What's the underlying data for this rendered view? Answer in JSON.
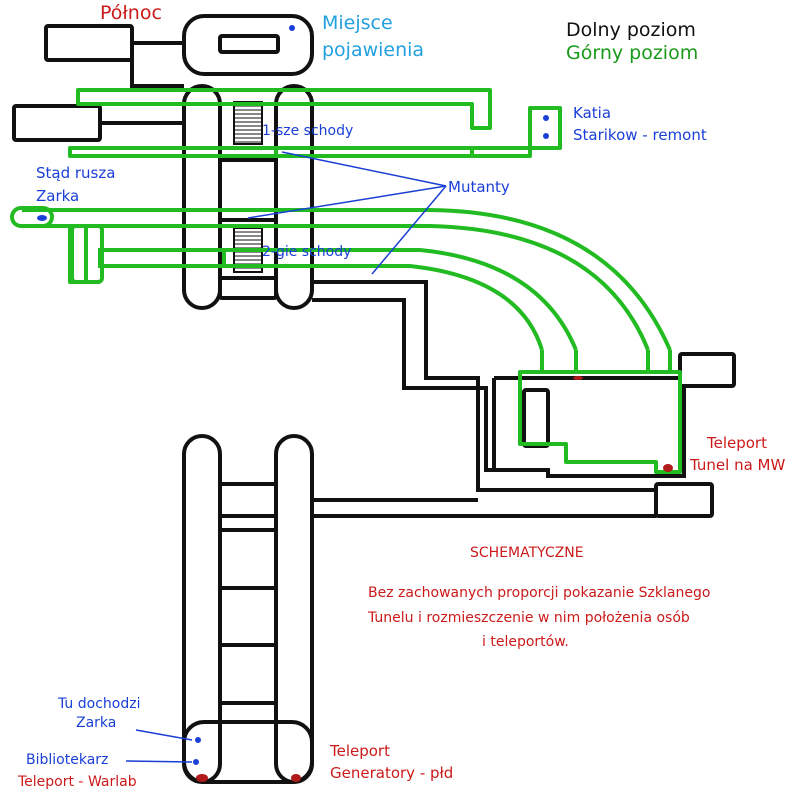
{
  "labels": {
    "north": "Północ",
    "spawn_line1": "Miejsce",
    "spawn_line2": "pojawienia",
    "lower_level": "Dolny poziom",
    "upper_level": "Górny poziom",
    "katia_line1": "Katia",
    "katia_line2": "Starikow - remont",
    "stairs_first": "1-sze schody",
    "stairs_second": "2-gie schody",
    "zarka_start_line1": "Stąd  rusza",
    "zarka_start_line2": "Zarka",
    "mutants": "Mutanty",
    "teleport_mw_line1": "Teleport",
    "teleport_mw_line2": "Tunel na MW",
    "schematic": "SCHEMATYCZNE",
    "desc_line1": "Bez zachowanych proporcji pokazanie Szklanego",
    "desc_line2": "Tunelu i rozmieszczenie w nim położenia osób",
    "desc_line3": "i teleportów.",
    "zarka_end_line1": "Tu dochodzi",
    "zarka_end_line2": "Zarka",
    "librarian": "Bibliotekarz",
    "teleport_warlab": "Teleport - Warlab",
    "teleport_gen_line1": "Teleport",
    "teleport_gen_line2": "Generatory - płd"
  },
  "legend": {
    "lower_color": "#111111",
    "upper_color": "#22bb22"
  },
  "marker_colors": {
    "person": "#1a3fd6",
    "teleport": "#b01a1a",
    "annotation": "#1a3fd6"
  }
}
